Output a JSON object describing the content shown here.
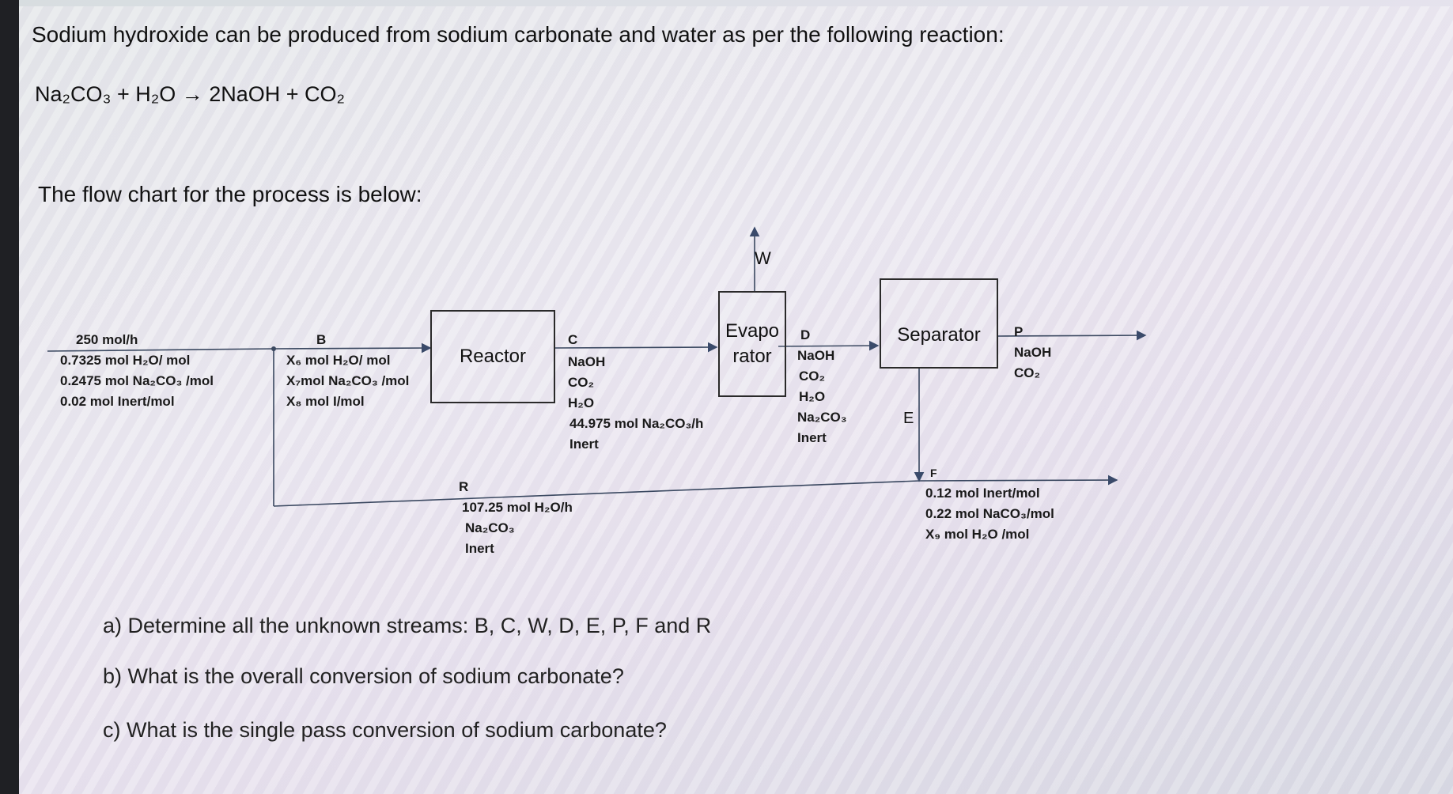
{
  "intro": "Sodium hydroxide can be produced from sodium carbonate and water as per the following reaction:",
  "equation": "Na₂CO₃ + H₂O → 2NaOH + CO₂",
  "flow_intro": "The flow chart for the process is below:",
  "units": {
    "reactor": "Reactor",
    "evaporator_l1": "Evapo",
    "evaporator_l2": "rator",
    "separator": "Separator"
  },
  "streams": {
    "feed": {
      "rate": "250 mol/h",
      "l1": "0.7325 mol H₂O/ mol",
      "l2": "0.2475 mol Na₂CO₃ /mol",
      "l3": "0.02 mol Inert/mol"
    },
    "B": {
      "name": "B",
      "l1": "X₆ mol H₂O/ mol",
      "l2": "X₇mol Na₂CO₃ /mol",
      "l3": "X₈ mol I/mol"
    },
    "C": {
      "name": "C",
      "l1": "NaOH",
      "l2": "CO₂",
      "l3": "H₂O",
      "l4": "44.975 mol Na₂CO₃/h",
      "l5": "Inert"
    },
    "W": {
      "name": "W"
    },
    "D": {
      "name": "D",
      "l1": "NaOH",
      "l2": "CO₂",
      "l3": "H₂O",
      "l4": "Na₂CO₃",
      "l5": "Inert"
    },
    "P": {
      "name": "P",
      "l1": "NaOH",
      "l2": "CO₂"
    },
    "E": {
      "name": "E"
    },
    "F": {
      "name": "F",
      "l1": "0.12 mol Inert/mol",
      "l2": "0.22 mol NaCO₃/mol",
      "l3": "X₉ mol H₂O /mol"
    },
    "R": {
      "name": "R",
      "l1": "107.25 mol H₂O/h",
      "l2": "Na₂CO₃",
      "l3": "Inert"
    }
  },
  "questions": {
    "a": "a)  Determine all the unknown streams: B, C, W, D, E, P, F and R",
    "b": "b)  What is the overall conversion of sodium carbonate?",
    "c": "c)  What is the single pass conversion of sodium carbonate?"
  }
}
